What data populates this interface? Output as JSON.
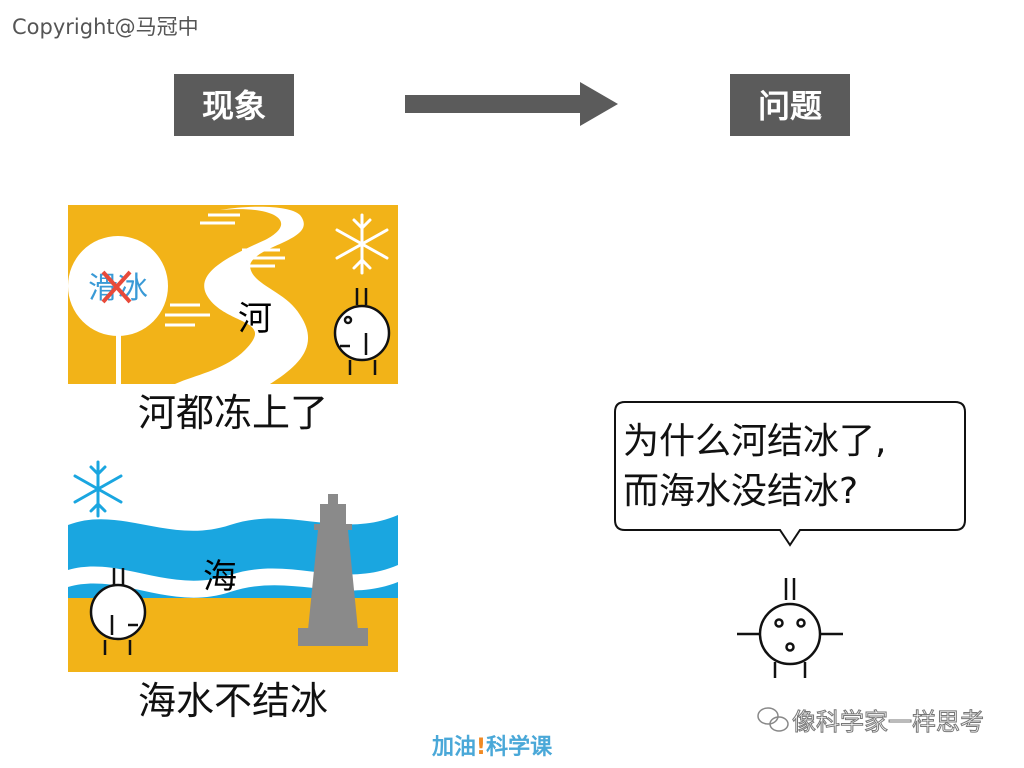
{
  "copyright": "Copyright@马冠中",
  "header": {
    "left_label": "现象",
    "right_label": "问题"
  },
  "panel_river": {
    "sign_text": "滑冰",
    "river_label": "河",
    "caption": "河都冻上了"
  },
  "panel_sea": {
    "sea_label": "海",
    "caption": "海水不结冰"
  },
  "question": {
    "line1": "为什么河结冰了,",
    "line2": "而海水没结冰?"
  },
  "footer": {
    "logo_part1": "加油",
    "logo_excl": "!",
    "logo_part2": "科学课",
    "watermark": "像科学家一样思考"
  },
  "colors": {
    "yellow": "#f2b318",
    "blue": "#1aa6e0",
    "gray_box": "#5b5b5b",
    "logo_blue": "#4aa8d8",
    "logo_orange": "#f08a24"
  }
}
